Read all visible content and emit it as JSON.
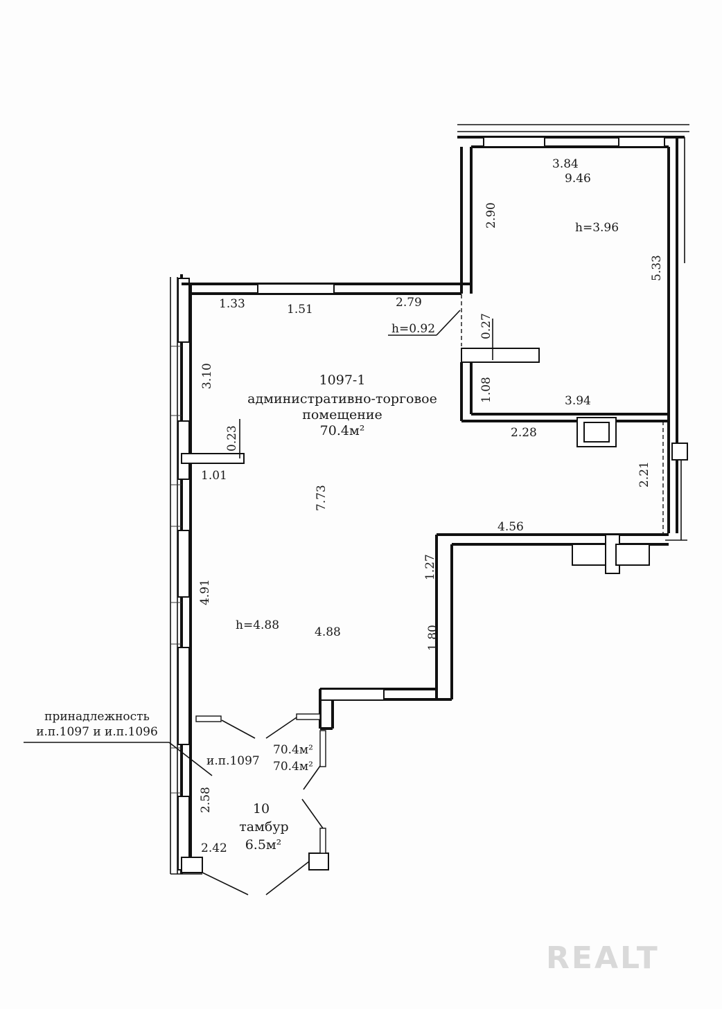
{
  "plan": {
    "room_main": {
      "id": "1097-1",
      "name_line1": "административно-торговое",
      "name_line2": "помещение",
      "area": "70.4м²",
      "height_label": "h=4.88"
    },
    "room_upper": {
      "height_label": "h=3.96",
      "area_value": "9.46"
    },
    "vestibule": {
      "number": "10",
      "name": "тамбур",
      "area": "6.5м²",
      "owner_label": "и.п.1097",
      "area_note_1": "70.4м²",
      "area_note_2": "70.4м²"
    },
    "callout": {
      "line1": "принадлежность",
      "line2": "и.п.1097 и и.п.1096"
    },
    "step_height": "h=0.92",
    "dimensions": {
      "d384": "3.84",
      "d290": "2.90",
      "d533": "5.33",
      "d133": "1.33",
      "d151": "1.51",
      "d279": "2.79",
      "d027": "0.27",
      "d108": "1.08",
      "d394": "3.94",
      "d310": "3.10",
      "d023": "0.23",
      "d101": "1.01",
      "d228": "2.28",
      "d221": "2.21",
      "d773": "7.73",
      "d456": "4.56",
      "d127": "1.27",
      "d491": "4.91",
      "d488": "4.88",
      "d180": "1.80",
      "d258": "2.58",
      "d242": "2.42"
    }
  },
  "watermark": "REALT"
}
